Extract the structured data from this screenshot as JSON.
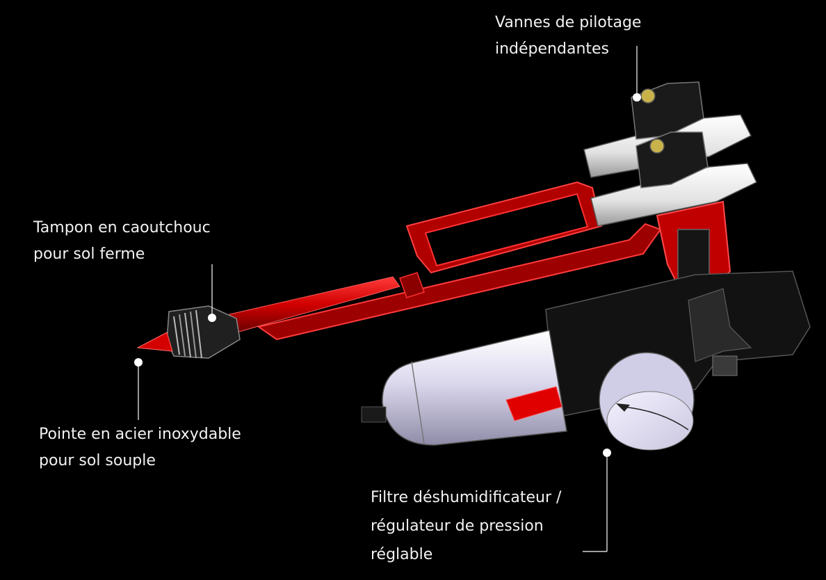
{
  "labels": {
    "valves": {
      "line1": "Vannes de pilotage",
      "line2": "indépendantes"
    },
    "pad": {
      "line1": "Tampon en caoutchouc",
      "line2": "pour sol ferme"
    },
    "tip": {
      "line1": "Pointe en acier inoxydable",
      "line2": "pour sol souple"
    },
    "filter": {
      "line1": "Filtre déshumidificateur /",
      "line2": "régulateur de pression",
      "line3": "réglable"
    }
  },
  "colors": {
    "background": "#000000",
    "text": "#f2f2f2",
    "frame_red": "#c00000",
    "valve_white": "#e6e6e6",
    "bowl_lavender": "#d9d6ec"
  }
}
